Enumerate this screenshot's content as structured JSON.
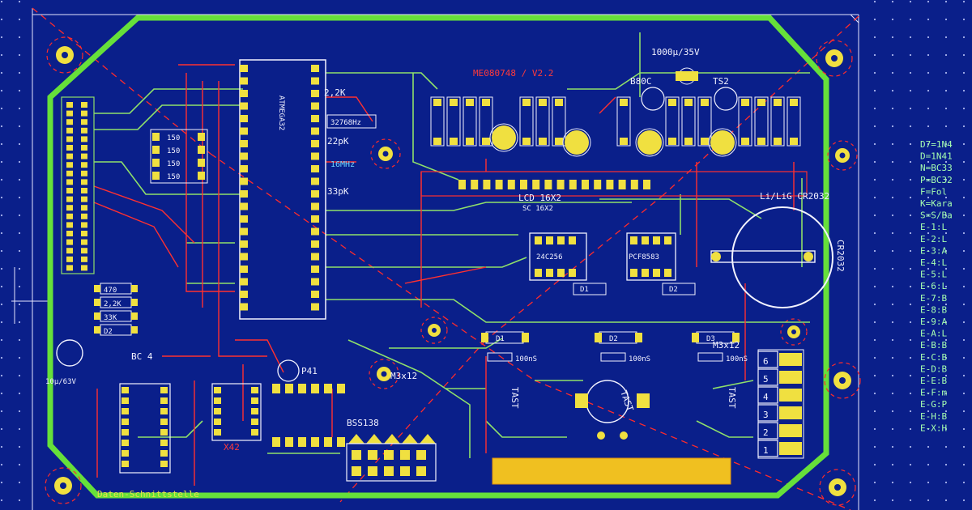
{
  "board": {
    "title": "ME080748 / V2.2",
    "interface_label": "Daten-Schnittstelle",
    "colors": {
      "background": "#0a1f8a",
      "outline": "#66e03a",
      "copper_top": "#ff3030",
      "copper_bottom": "#8fe06a",
      "pads": "#f0e040",
      "silkscreen": "#f2f2ff",
      "keep_out": "#ff2828"
    }
  },
  "components": {
    "cap_top": "1000µ/35V",
    "bridge": "B80C",
    "ts2": "TS2",
    "ic_lcd": "LCD 16X2",
    "ic_lcd_sub": "SC 16X2",
    "crystal": "24C256",
    "rtc": "PCF8583",
    "battery": "Li/LiG CR2032",
    "battery_side": "CR2032",
    "ic_main": "ATMEGA32",
    "r_left": [
      "150",
      "150",
      "150",
      "150"
    ],
    "crystal_freq": "32768Hz",
    "cap_22p": "22pK",
    "cap_33p": "33pK",
    "mhz": "16MHz",
    "res_2k": "2,2K",
    "diodes": [
      "D1",
      "D2",
      "D3"
    ],
    "diode_left": [
      "D1",
      "D2"
    ],
    "cap_100n": [
      "100nS",
      "100nS",
      "100nS"
    ],
    "mounting": [
      "M3x12",
      "M3x12"
    ],
    "p41": "P41",
    "x42": "X42",
    "bss": "BSS138",
    "bc": "BC 4",
    "cap_left": "10µ/63V",
    "res_left_stack": [
      "470",
      "2,2K",
      "33K",
      "D2"
    ],
    "tast": "TAST",
    "sw_numbers": [
      "6",
      "5",
      "4",
      "3",
      "2",
      "1"
    ]
  },
  "legend": {
    "lines": [
      "D7=1N4",
      "D=1N41",
      "N=BC33",
      "P=BC32",
      "F=Fol",
      "K=Kara",
      "S=S/Ba",
      "E-1:L",
      "E-2:L",
      "E-3:A",
      "E-4:L",
      "E-5:L",
      "E-6:L",
      "E-7:B",
      "E-8:B",
      "E-9:A",
      "E-A:L",
      "E-B:B",
      "E-C:B",
      "E-D:B",
      "E-E:B",
      "E-F:m",
      "E-G:P",
      "E-H:B",
      "E-X:H"
    ]
  }
}
